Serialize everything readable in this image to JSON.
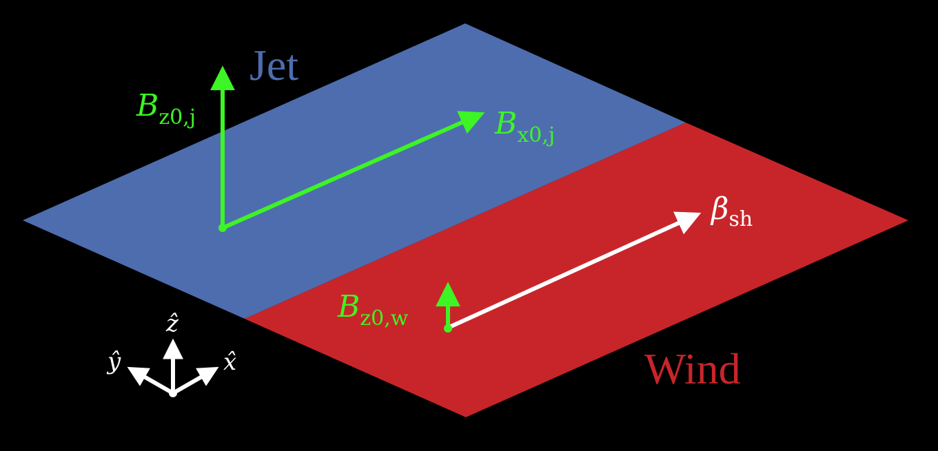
{
  "regions": {
    "jet": {
      "label": "Jet",
      "fill": "#4e6daf",
      "text_color": "#4e6daf"
    },
    "wind": {
      "label": "Wind",
      "fill": "#c8252a",
      "text_color": "#c8252a"
    }
  },
  "vectors": {
    "color": "#3df524",
    "shear_color": "#ffffff",
    "bz0_jet": {
      "base": "B",
      "sub": "z0,j"
    },
    "bx0_jet": {
      "base": "B",
      "sub": "x0,j"
    },
    "bz0_wind": {
      "base": "B",
      "sub": "z0,w"
    },
    "beta_sh": {
      "base": "β",
      "sub": "sh"
    }
  },
  "axes": {
    "color": "#ffffff",
    "x_label": "x̂",
    "y_label": "ŷ",
    "z_label": "ẑ"
  },
  "background": "#000000"
}
